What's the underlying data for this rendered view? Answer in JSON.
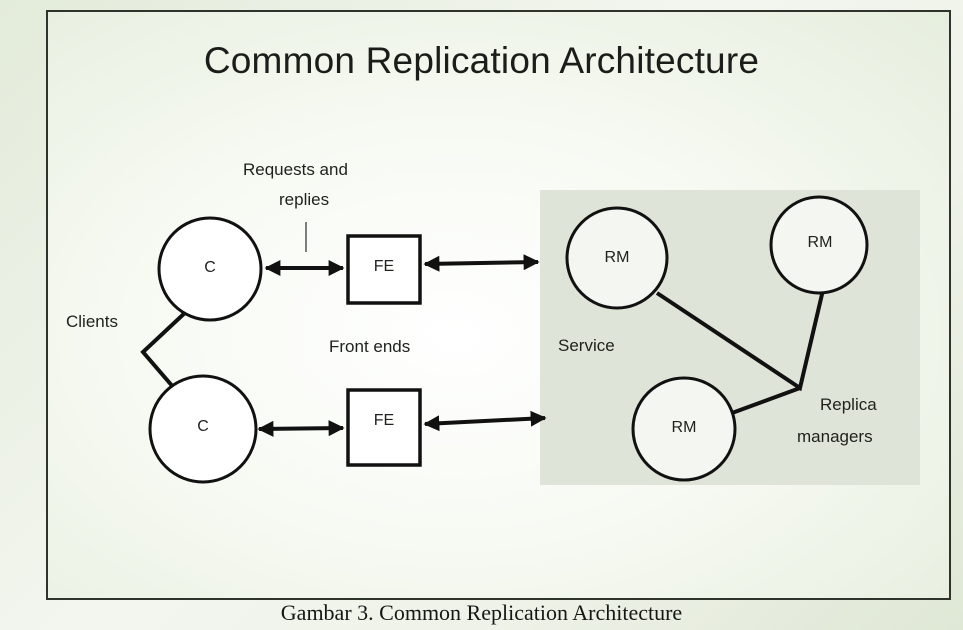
{
  "title": "Common Replication Architecture",
  "labels": {
    "requests": "Requests and",
    "replies": "replies",
    "clients": "Clients",
    "front_ends": "Front ends",
    "service": "Service",
    "replica": "Replica",
    "managers": "managers"
  },
  "nodes": {
    "client_top": "C",
    "client_bottom": "C",
    "fe_top": "FE",
    "fe_bottom": "FE",
    "rm_left": "RM",
    "rm_right": "RM",
    "rm_bottom": "RM"
  },
  "caption": "Gambar 3. Common Replication Architecture"
}
